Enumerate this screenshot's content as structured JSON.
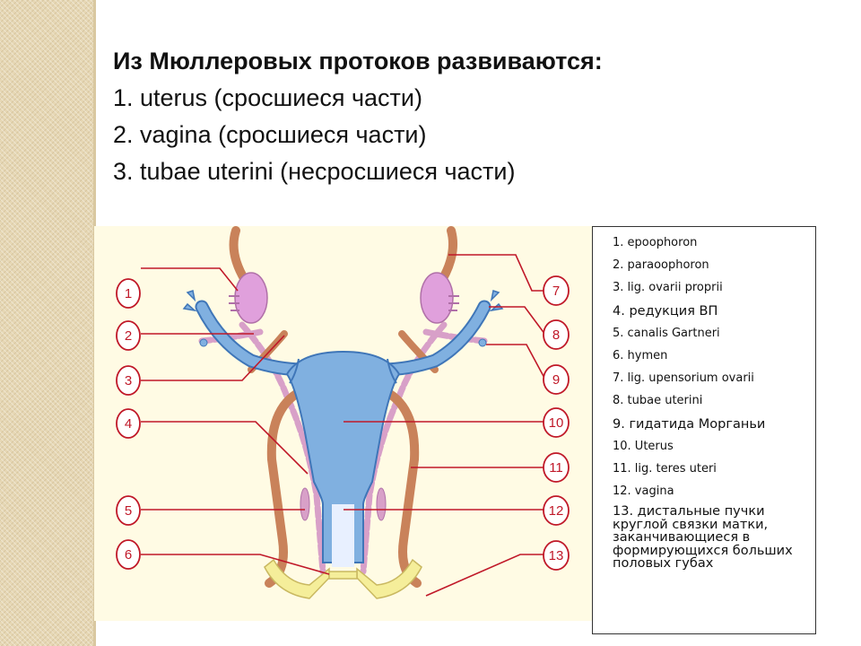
{
  "title": {
    "heading": "Из Мюллеровых протоков развиваются:",
    "lines": [
      "1. uterus (сросшиеся части)",
      "2. vagina (сросшиеся части)",
      "3. tubae uterini (несросшиеся части)"
    ]
  },
  "diagram": {
    "left_labels": [
      "1",
      "2",
      "3",
      "4",
      "5",
      "6"
    ],
    "right_labels": [
      "7",
      "8",
      "9",
      "10",
      "11",
      "12",
      "13"
    ]
  },
  "legend": {
    "items": [
      "1. epoophoron",
      "2. paraoophoron",
      "3. lig. ovarii proprii",
      "4. редукция ВП",
      "5. canalis Gartneri",
      "6. hymen",
      "7. lig. upensorium ovarii",
      "8. tubae uterini",
      "9. гидатида Морганьи",
      "10. Uterus",
      "11. lig. teres uteri",
      "12. vagina",
      "13. дистальные пучки круглой связки матки, заканчивающиеся в формирующихся больших половых губах"
    ]
  },
  "colors": {
    "blue": "#80b0e0",
    "blue_dark": "#3f76b8",
    "rust": "#c9825a",
    "ovary": "#e0a0dc",
    "pink_duct": "#d8a0c8",
    "callout": "#c01828",
    "yellow": "#f5ee9a"
  }
}
